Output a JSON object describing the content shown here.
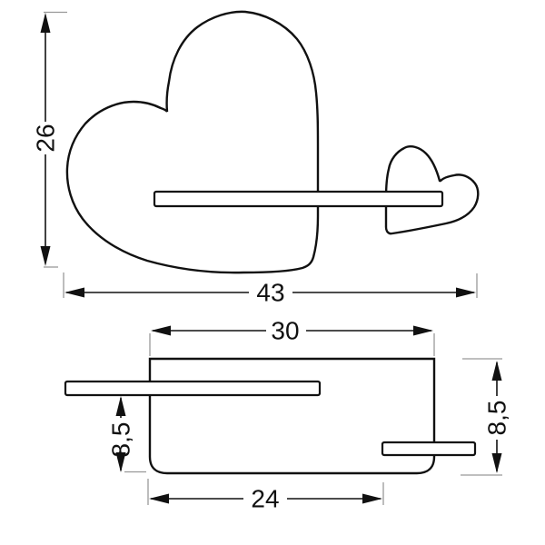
{
  "drawing": {
    "type": "technical-dimension-drawing",
    "subject": "heart-shaped wall shelf lamp",
    "views": {
      "front": {
        "name": "front view",
        "dims": {
          "height": "26",
          "width": "43"
        }
      },
      "side": {
        "name": "side view",
        "dims": {
          "top_width": "30",
          "bottom_width": "24",
          "left_height": "8,5",
          "right_height": "8,5"
        }
      }
    },
    "colors": {
      "outline": "#111111",
      "dimension_line": "#111111",
      "extension_line": "#999999",
      "background": "#ffffff"
    }
  }
}
